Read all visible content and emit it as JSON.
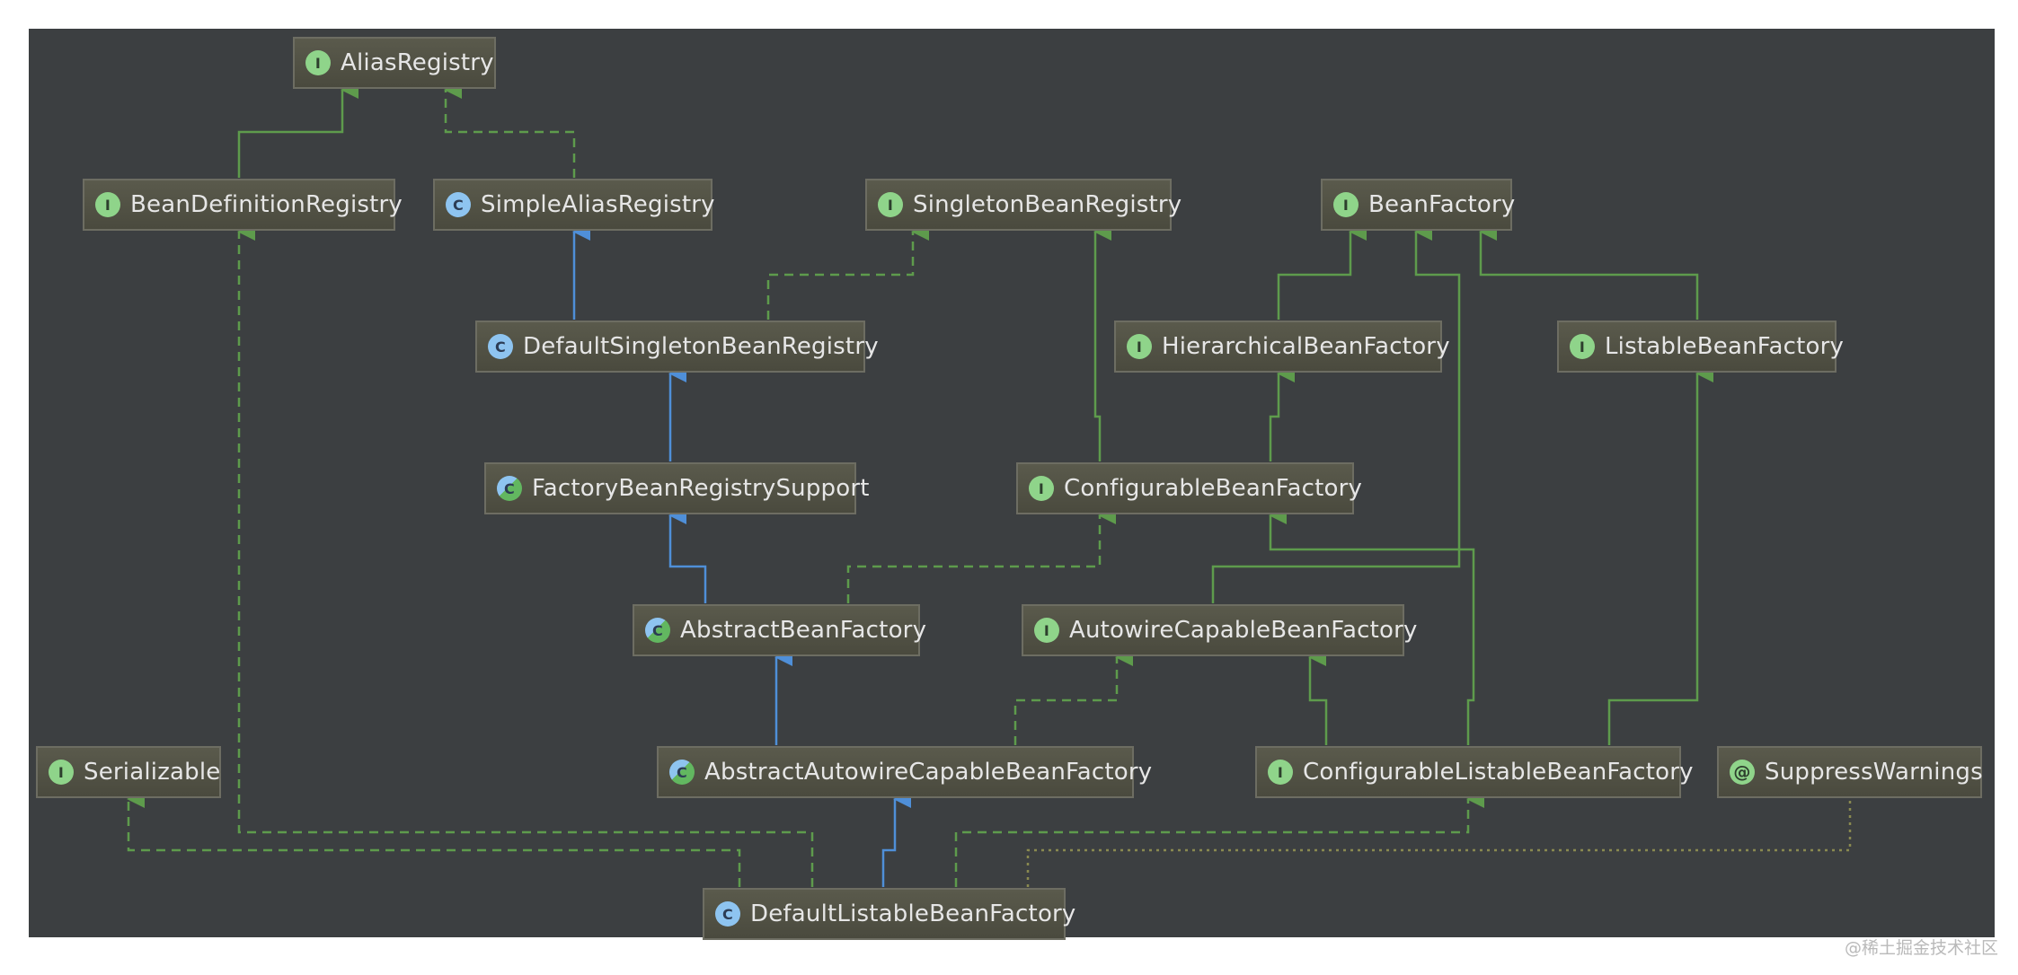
{
  "colors": {
    "background": "#3c3f41",
    "extends_class": "#4f8fd8",
    "extends_interface": "#5e9b4c",
    "implements": "#5e9b4c",
    "annotation_link": "#8a8a50"
  },
  "nodes": {
    "alias_registry": {
      "kind": "interface",
      "badge": "I",
      "label": "AliasRegistry"
    },
    "bean_definition_registry": {
      "kind": "interface",
      "badge": "I",
      "label": "BeanDefinitionRegistry"
    },
    "simple_alias_registry": {
      "kind": "class",
      "badge": "C",
      "label": "SimpleAliasRegistry"
    },
    "singleton_bean_registry": {
      "kind": "interface",
      "badge": "I",
      "label": "SingletonBeanRegistry"
    },
    "bean_factory": {
      "kind": "interface",
      "badge": "I",
      "label": "BeanFactory"
    },
    "default_singleton_bean_registry": {
      "kind": "class",
      "badge": "C",
      "label": "DefaultSingletonBeanRegistry"
    },
    "hierarchical_bean_factory": {
      "kind": "interface",
      "badge": "I",
      "label": "HierarchicalBeanFactory"
    },
    "listable_bean_factory": {
      "kind": "interface",
      "badge": "I",
      "label": "ListableBeanFactory"
    },
    "factory_bean_registry_support": {
      "kind": "abstract",
      "badge": "C",
      "label": "FactoryBeanRegistrySupport"
    },
    "configurable_bean_factory": {
      "kind": "interface",
      "badge": "I",
      "label": "ConfigurableBeanFactory"
    },
    "abstract_bean_factory": {
      "kind": "abstract",
      "badge": "C",
      "label": "AbstractBeanFactory"
    },
    "autowire_capable_bean_factory": {
      "kind": "interface",
      "badge": "I",
      "label": "AutowireCapableBeanFactory"
    },
    "serializable": {
      "kind": "interface",
      "badge": "I",
      "label": "Serializable"
    },
    "abstract_autowire_capable_bean_factory": {
      "kind": "abstract",
      "badge": "C",
      "label": "AbstractAutowireCapableBeanFactory"
    },
    "configurable_listable_bean_factory": {
      "kind": "interface",
      "badge": "I",
      "label": "ConfigurableListableBeanFactory"
    },
    "suppress_warnings": {
      "kind": "annotation",
      "badge": "@",
      "label": "SuppressWarnings"
    },
    "default_listable_bean_factory": {
      "kind": "class",
      "badge": "C",
      "label": "DefaultListableBeanFactory"
    }
  },
  "edges": [
    {
      "from": "bean_definition_registry",
      "to": "alias_registry",
      "type": "extends_interface"
    },
    {
      "from": "simple_alias_registry",
      "to": "alias_registry",
      "type": "implements"
    },
    {
      "from": "default_singleton_bean_registry",
      "to": "simple_alias_registry",
      "type": "extends_class"
    },
    {
      "from": "default_singleton_bean_registry",
      "to": "singleton_bean_registry",
      "type": "implements"
    },
    {
      "from": "factory_bean_registry_support",
      "to": "default_singleton_bean_registry",
      "type": "extends_class"
    },
    {
      "from": "abstract_bean_factory",
      "to": "factory_bean_registry_support",
      "type": "extends_class"
    },
    {
      "from": "abstract_bean_factory",
      "to": "configurable_bean_factory",
      "type": "implements"
    },
    {
      "from": "hierarchical_bean_factory",
      "to": "bean_factory",
      "type": "extends_interface"
    },
    {
      "from": "listable_bean_factory",
      "to": "bean_factory",
      "type": "extends_interface"
    },
    {
      "from": "autowire_capable_bean_factory",
      "to": "bean_factory",
      "type": "extends_interface"
    },
    {
      "from": "configurable_bean_factory",
      "to": "hierarchical_bean_factory",
      "type": "extends_interface"
    },
    {
      "from": "configurable_bean_factory",
      "to": "singleton_bean_registry",
      "type": "extends_interface"
    },
    {
      "from": "abstract_autowire_capable_bean_factory",
      "to": "abstract_bean_factory",
      "type": "extends_class"
    },
    {
      "from": "abstract_autowire_capable_bean_factory",
      "to": "autowire_capable_bean_factory",
      "type": "implements"
    },
    {
      "from": "configurable_listable_bean_factory",
      "to": "autowire_capable_bean_factory",
      "type": "extends_interface"
    },
    {
      "from": "configurable_listable_bean_factory",
      "to": "configurable_bean_factory",
      "type": "extends_interface"
    },
    {
      "from": "configurable_listable_bean_factory",
      "to": "listable_bean_factory",
      "type": "extends_interface"
    },
    {
      "from": "default_listable_bean_factory",
      "to": "abstract_autowire_capable_bean_factory",
      "type": "extends_class"
    },
    {
      "from": "default_listable_bean_factory",
      "to": "configurable_listable_bean_factory",
      "type": "implements"
    },
    {
      "from": "default_listable_bean_factory",
      "to": "bean_definition_registry",
      "type": "implements"
    },
    {
      "from": "default_listable_bean_factory",
      "to": "serializable",
      "type": "implements"
    },
    {
      "from": "default_listable_bean_factory",
      "to": "suppress_warnings",
      "type": "annotated_with"
    }
  ],
  "watermark": "@稀土掘金技术社区"
}
